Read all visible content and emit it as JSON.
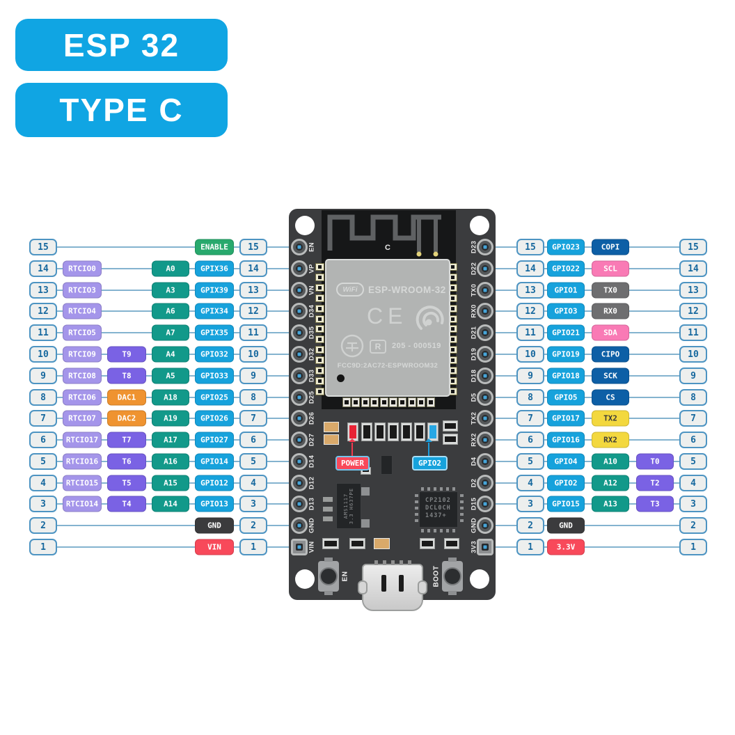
{
  "titles": [
    "ESP 32",
    "TYPE C"
  ],
  "colors": {
    "accent_cyan": "#10a5e3",
    "line": "#84b3cf",
    "num_bg": "#edefee",
    "num_border": "#4d94c2",
    "num_text": "#16689e",
    "board": "#3b3c3e"
  },
  "badge_colors": {
    "title": "#10a5e3",
    "rtc": "#a495ea",
    "touch": "#7a62e4",
    "dac": "#ef9330",
    "adc": "#12998a",
    "gpio": "#16a2dc",
    "enable": "#28a96d",
    "spi": "#0d5fa6",
    "i2c": "#f97ab5",
    "uart0": "#6e6e70",
    "uart2": "#f3d83e",
    "gnd": "#3b3b3d",
    "pwr": "#f8495a"
  },
  "left_rows": [
    {
      "n": 15,
      "cells": [
        {
          "t": "ENABLE",
          "c": "enable",
          "col": 3
        }
      ]
    },
    {
      "n": 14,
      "cells": [
        {
          "t": "RTCIO0",
          "c": "rtc",
          "col": 0
        },
        {
          "t": "A0",
          "c": "adc",
          "col": 2
        },
        {
          "t": "GPIX36",
          "c": "gpio",
          "col": 3
        }
      ]
    },
    {
      "n": 13,
      "cells": [
        {
          "t": "RTCIO3",
          "c": "rtc",
          "col": 0
        },
        {
          "t": "A3",
          "c": "adc",
          "col": 2
        },
        {
          "t": "GPIX39",
          "c": "gpio",
          "col": 3
        }
      ]
    },
    {
      "n": 12,
      "cells": [
        {
          "t": "RTCIO4",
          "c": "rtc",
          "col": 0
        },
        {
          "t": "A6",
          "c": "adc",
          "col": 2
        },
        {
          "t": "GPIX34",
          "c": "gpio",
          "col": 3
        }
      ]
    },
    {
      "n": 11,
      "cells": [
        {
          "t": "RTCIO5",
          "c": "rtc",
          "col": 0
        },
        {
          "t": "A7",
          "c": "adc",
          "col": 2
        },
        {
          "t": "GPIX35",
          "c": "gpio",
          "col": 3
        }
      ]
    },
    {
      "n": 10,
      "cells": [
        {
          "t": "RTCIO9",
          "c": "rtc",
          "col": 0
        },
        {
          "t": "T9",
          "c": "touch",
          "col": 1
        },
        {
          "t": "A4",
          "c": "adc",
          "col": 2
        },
        {
          "t": "GPIO32",
          "c": "gpio",
          "col": 3
        }
      ]
    },
    {
      "n": 9,
      "cells": [
        {
          "t": "RTCIO8",
          "c": "rtc",
          "col": 0
        },
        {
          "t": "T8",
          "c": "touch",
          "col": 1
        },
        {
          "t": "A5",
          "c": "adc",
          "col": 2
        },
        {
          "t": "GPIO33",
          "c": "gpio",
          "col": 3
        }
      ]
    },
    {
      "n": 8,
      "cells": [
        {
          "t": "RTCIO6",
          "c": "rtc",
          "col": 0
        },
        {
          "t": "DAC1",
          "c": "dac",
          "col": 1
        },
        {
          "t": "A18",
          "c": "adc",
          "col": 2
        },
        {
          "t": "GPIO25",
          "c": "gpio",
          "col": 3
        }
      ]
    },
    {
      "n": 7,
      "cells": [
        {
          "t": "RTCIO7",
          "c": "rtc",
          "col": 0
        },
        {
          "t": "DAC2",
          "c": "dac",
          "col": 1
        },
        {
          "t": "A19",
          "c": "adc",
          "col": 2
        },
        {
          "t": "GPIO26",
          "c": "gpio",
          "col": 3
        }
      ]
    },
    {
      "n": 6,
      "cells": [
        {
          "t": "RTCIO17",
          "c": "rtc",
          "col": 0
        },
        {
          "t": "T7",
          "c": "touch",
          "col": 1
        },
        {
          "t": "A17",
          "c": "adc",
          "col": 2
        },
        {
          "t": "GPIO27",
          "c": "gpio",
          "col": 3
        }
      ]
    },
    {
      "n": 5,
      "cells": [
        {
          "t": "RTCIO16",
          "c": "rtc",
          "col": 0
        },
        {
          "t": "T6",
          "c": "touch",
          "col": 1
        },
        {
          "t": "A16",
          "c": "adc",
          "col": 2
        },
        {
          "t": "GPIO14",
          "c": "gpio",
          "col": 3
        }
      ]
    },
    {
      "n": 4,
      "cells": [
        {
          "t": "RTCIO15",
          "c": "rtc",
          "col": 0
        },
        {
          "t": "T5",
          "c": "touch",
          "col": 1
        },
        {
          "t": "A15",
          "c": "adc",
          "col": 2
        },
        {
          "t": "GPIO12",
          "c": "gpio",
          "col": 3
        }
      ]
    },
    {
      "n": 3,
      "cells": [
        {
          "t": "RTCIO14",
          "c": "rtc",
          "col": 0
        },
        {
          "t": "T4",
          "c": "touch",
          "col": 1
        },
        {
          "t": "A14",
          "c": "adc",
          "col": 2
        },
        {
          "t": "GPIO13",
          "c": "gpio",
          "col": 3
        }
      ]
    },
    {
      "n": 2,
      "cells": [
        {
          "t": "GND",
          "c": "gnd",
          "col": 3
        }
      ]
    },
    {
      "n": 1,
      "cells": [
        {
          "t": "VIN",
          "c": "pwr",
          "col": 3
        }
      ]
    }
  ],
  "right_rows": [
    {
      "n": 15,
      "cells": [
        {
          "t": "GPIO23",
          "c": "gpio",
          "col": 0
        },
        {
          "t": "COPI",
          "c": "spi",
          "col": 1
        }
      ]
    },
    {
      "n": 14,
      "cells": [
        {
          "t": "GPIO22",
          "c": "gpio",
          "col": 0
        },
        {
          "t": "SCL",
          "c": "i2c",
          "col": 1
        }
      ]
    },
    {
      "n": 13,
      "cells": [
        {
          "t": "GPIO1",
          "c": "gpio",
          "col": 0
        },
        {
          "t": "TX0",
          "c": "uart0",
          "col": 1
        }
      ]
    },
    {
      "n": 12,
      "cells": [
        {
          "t": "GPIO3",
          "c": "gpio",
          "col": 0
        },
        {
          "t": "RX0",
          "c": "uart0",
          "col": 1
        }
      ]
    },
    {
      "n": 11,
      "cells": [
        {
          "t": "GPIO21",
          "c": "gpio",
          "col": 0
        },
        {
          "t": "SDA",
          "c": "i2c",
          "col": 1
        }
      ]
    },
    {
      "n": 10,
      "cells": [
        {
          "t": "GPIO19",
          "c": "gpio",
          "col": 0
        },
        {
          "t": "CIPO",
          "c": "spi",
          "col": 1
        }
      ]
    },
    {
      "n": 9,
      "cells": [
        {
          "t": "GPIO18",
          "c": "gpio",
          "col": 0
        },
        {
          "t": "SCK",
          "c": "spi",
          "col": 1
        }
      ]
    },
    {
      "n": 8,
      "cells": [
        {
          "t": "GPIO5",
          "c": "gpio",
          "col": 0
        },
        {
          "t": "CS",
          "c": "spi",
          "col": 1
        }
      ]
    },
    {
      "n": 7,
      "cells": [
        {
          "t": "GPIO17",
          "c": "gpio",
          "col": 0
        },
        {
          "t": "TX2",
          "c": "uart2",
          "col": 1
        }
      ]
    },
    {
      "n": 6,
      "cells": [
        {
          "t": "GPIO16",
          "c": "gpio",
          "col": 0
        },
        {
          "t": "RX2",
          "c": "uart2",
          "col": 1
        }
      ]
    },
    {
      "n": 5,
      "cells": [
        {
          "t": "GPIO4",
          "c": "gpio",
          "col": 0
        },
        {
          "t": "A10",
          "c": "adc",
          "col": 1
        },
        {
          "t": "T0",
          "c": "touch",
          "col": 2
        }
      ]
    },
    {
      "n": 4,
      "cells": [
        {
          "t": "GPIO2",
          "c": "gpio",
          "col": 0
        },
        {
          "t": "A12",
          "c": "adc",
          "col": 1
        },
        {
          "t": "T2",
          "c": "touch",
          "col": 2
        }
      ]
    },
    {
      "n": 3,
      "cells": [
        {
          "t": "GPIO15",
          "c": "gpio",
          "col": 0
        },
        {
          "t": "A13",
          "c": "adc",
          "col": 1
        },
        {
          "t": "T3",
          "c": "touch",
          "col": 2
        }
      ]
    },
    {
      "n": 2,
      "cells": [
        {
          "t": "GND",
          "c": "gnd",
          "col": 0
        }
      ]
    },
    {
      "n": 1,
      "cells": [
        {
          "t": "3.3V",
          "c": "pwr",
          "col": 0
        }
      ]
    }
  ],
  "board": {
    "pins_left": [
      "EN",
      "VP",
      "VN",
      "D34",
      "D35",
      "D32",
      "D33",
      "D25",
      "D26",
      "D27",
      "D14",
      "D12",
      "D13",
      "GND",
      "VIN"
    ],
    "pins_right": [
      "D23",
      "D22",
      "TX0",
      "RX0",
      "D21",
      "D19",
      "D18",
      "D5",
      "TX2",
      "RX2",
      "D4",
      "D2",
      "D15",
      "GND",
      "3V3"
    ],
    "silkscreen_c": "C",
    "module": {
      "wifi_logo": "WiFi",
      "name": "ESP-WROOM-32",
      "ce": "CE",
      "r_mark": "R",
      "cert_number": "205 - 000519",
      "fcc_id": "FCC9D:2AC72-ESPWROOM32"
    },
    "chips": {
      "regulator_line1": "AMS1117",
      "regulator_line2": "3.3 H637PE",
      "usb_uart_line1": "CP2102",
      "usb_uart_line2": "DCL0CH",
      "usb_uart_line3": "1437+"
    },
    "buttons": {
      "en": "EN",
      "boot": "BOOT"
    },
    "callouts": {
      "power": "POWER",
      "gpio2": "GPIO2"
    }
  }
}
